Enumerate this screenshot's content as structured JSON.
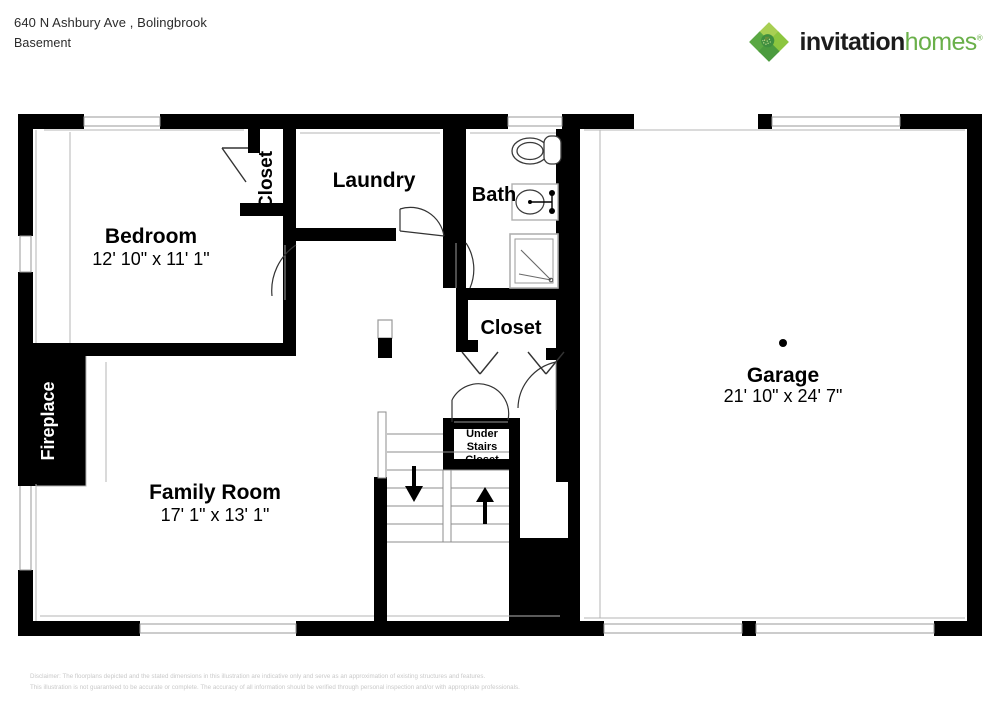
{
  "header": {
    "address": "640 N Ashbury Ave , Bolingbrook",
    "level": "Basement"
  },
  "brand": {
    "word1": "invitation",
    "word2": "homes",
    "trademark": "®",
    "mark_icon": "invitation-homes-diamond-logo",
    "color_dark": "#1c1c1c",
    "color_green": "#6ab04a",
    "color_green_light": "#a8cf53",
    "color_green_dark": "#3f8f3f"
  },
  "plan": {
    "wall_color": "#000000",
    "floor_color": "#ffffff",
    "rooms": [
      {
        "id": "bedroom",
        "name": "Bedroom",
        "dimensions": "12' 10\" x 11' 1\""
      },
      {
        "id": "closet-bed",
        "name": "Closet",
        "dimensions": ""
      },
      {
        "id": "laundry",
        "name": "Laundry",
        "dimensions": ""
      },
      {
        "id": "bath",
        "name": "Bath",
        "dimensions": ""
      },
      {
        "id": "closet-hall",
        "name": "Closet",
        "dimensions": ""
      },
      {
        "id": "under-stairs-closet",
        "name": "Under\nStairs\nCloset",
        "dimensions": ""
      },
      {
        "id": "family-room",
        "name": "Family Room",
        "dimensions": "17' 1\" x 13' 1\""
      },
      {
        "id": "fireplace",
        "name": "Fireplace",
        "dimensions": ""
      },
      {
        "id": "garage",
        "name": "Garage",
        "dimensions": "21' 10\" x 24' 7\""
      }
    ],
    "labels": {
      "bedroom_name": "Bedroom",
      "bedroom_dims": "12' 10\" x 11' 1\"",
      "closet_bedroom": "Closet",
      "laundry": "Laundry",
      "bath": "Bath",
      "closet_hall": "Closet",
      "under_stairs_1": "Under",
      "under_stairs_2": "Stairs",
      "under_stairs_3": "Closet",
      "family_room_name": "Family Room",
      "family_room_dims": "17' 1\" x 13' 1\"",
      "fireplace": "Fireplace",
      "garage_name": "Garage",
      "garage_dims": "21' 10\" x 24' 7\""
    },
    "fixtures": [
      {
        "id": "toilet",
        "icon": "toilet-icon",
        "room": "bath"
      },
      {
        "id": "sink",
        "icon": "sink-icon",
        "room": "bath"
      },
      {
        "id": "shower",
        "icon": "shower-icon",
        "room": "bath"
      },
      {
        "id": "garage-light",
        "icon": "ceiling-light-icon",
        "room": "garage"
      }
    ],
    "stairs": {
      "down_arrow": "stairs-down-arrow-icon",
      "up_arrow": "stairs-up-arrow-icon"
    }
  },
  "disclaimer": {
    "line1": "Disclaimer: The floorplans depicted and the stated dimensions in this illustration are indicative only and serve as an approximation of existing structures and features.",
    "line2": "This illustration is not guaranteed to be accurate or complete. The accuracy of all information should be verified through personal inspection and/or with appropriate professionals."
  }
}
